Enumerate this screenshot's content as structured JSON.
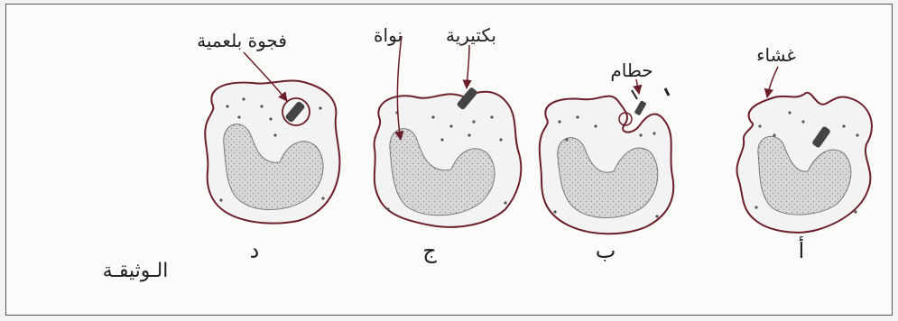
{
  "figure": {
    "document_label": "الـوثيقـة",
    "annotations": {
      "membrane": "غشاء",
      "debris": "حطام",
      "bacterium": "بكتيرية",
      "nucleus": "نواة",
      "phagocytic_vacuole": "فجوة بلعمية"
    },
    "cells": [
      {
        "letter": "أ"
      },
      {
        "letter": "ب"
      },
      {
        "letter": "ج"
      },
      {
        "letter": "د"
      }
    ]
  }
}
